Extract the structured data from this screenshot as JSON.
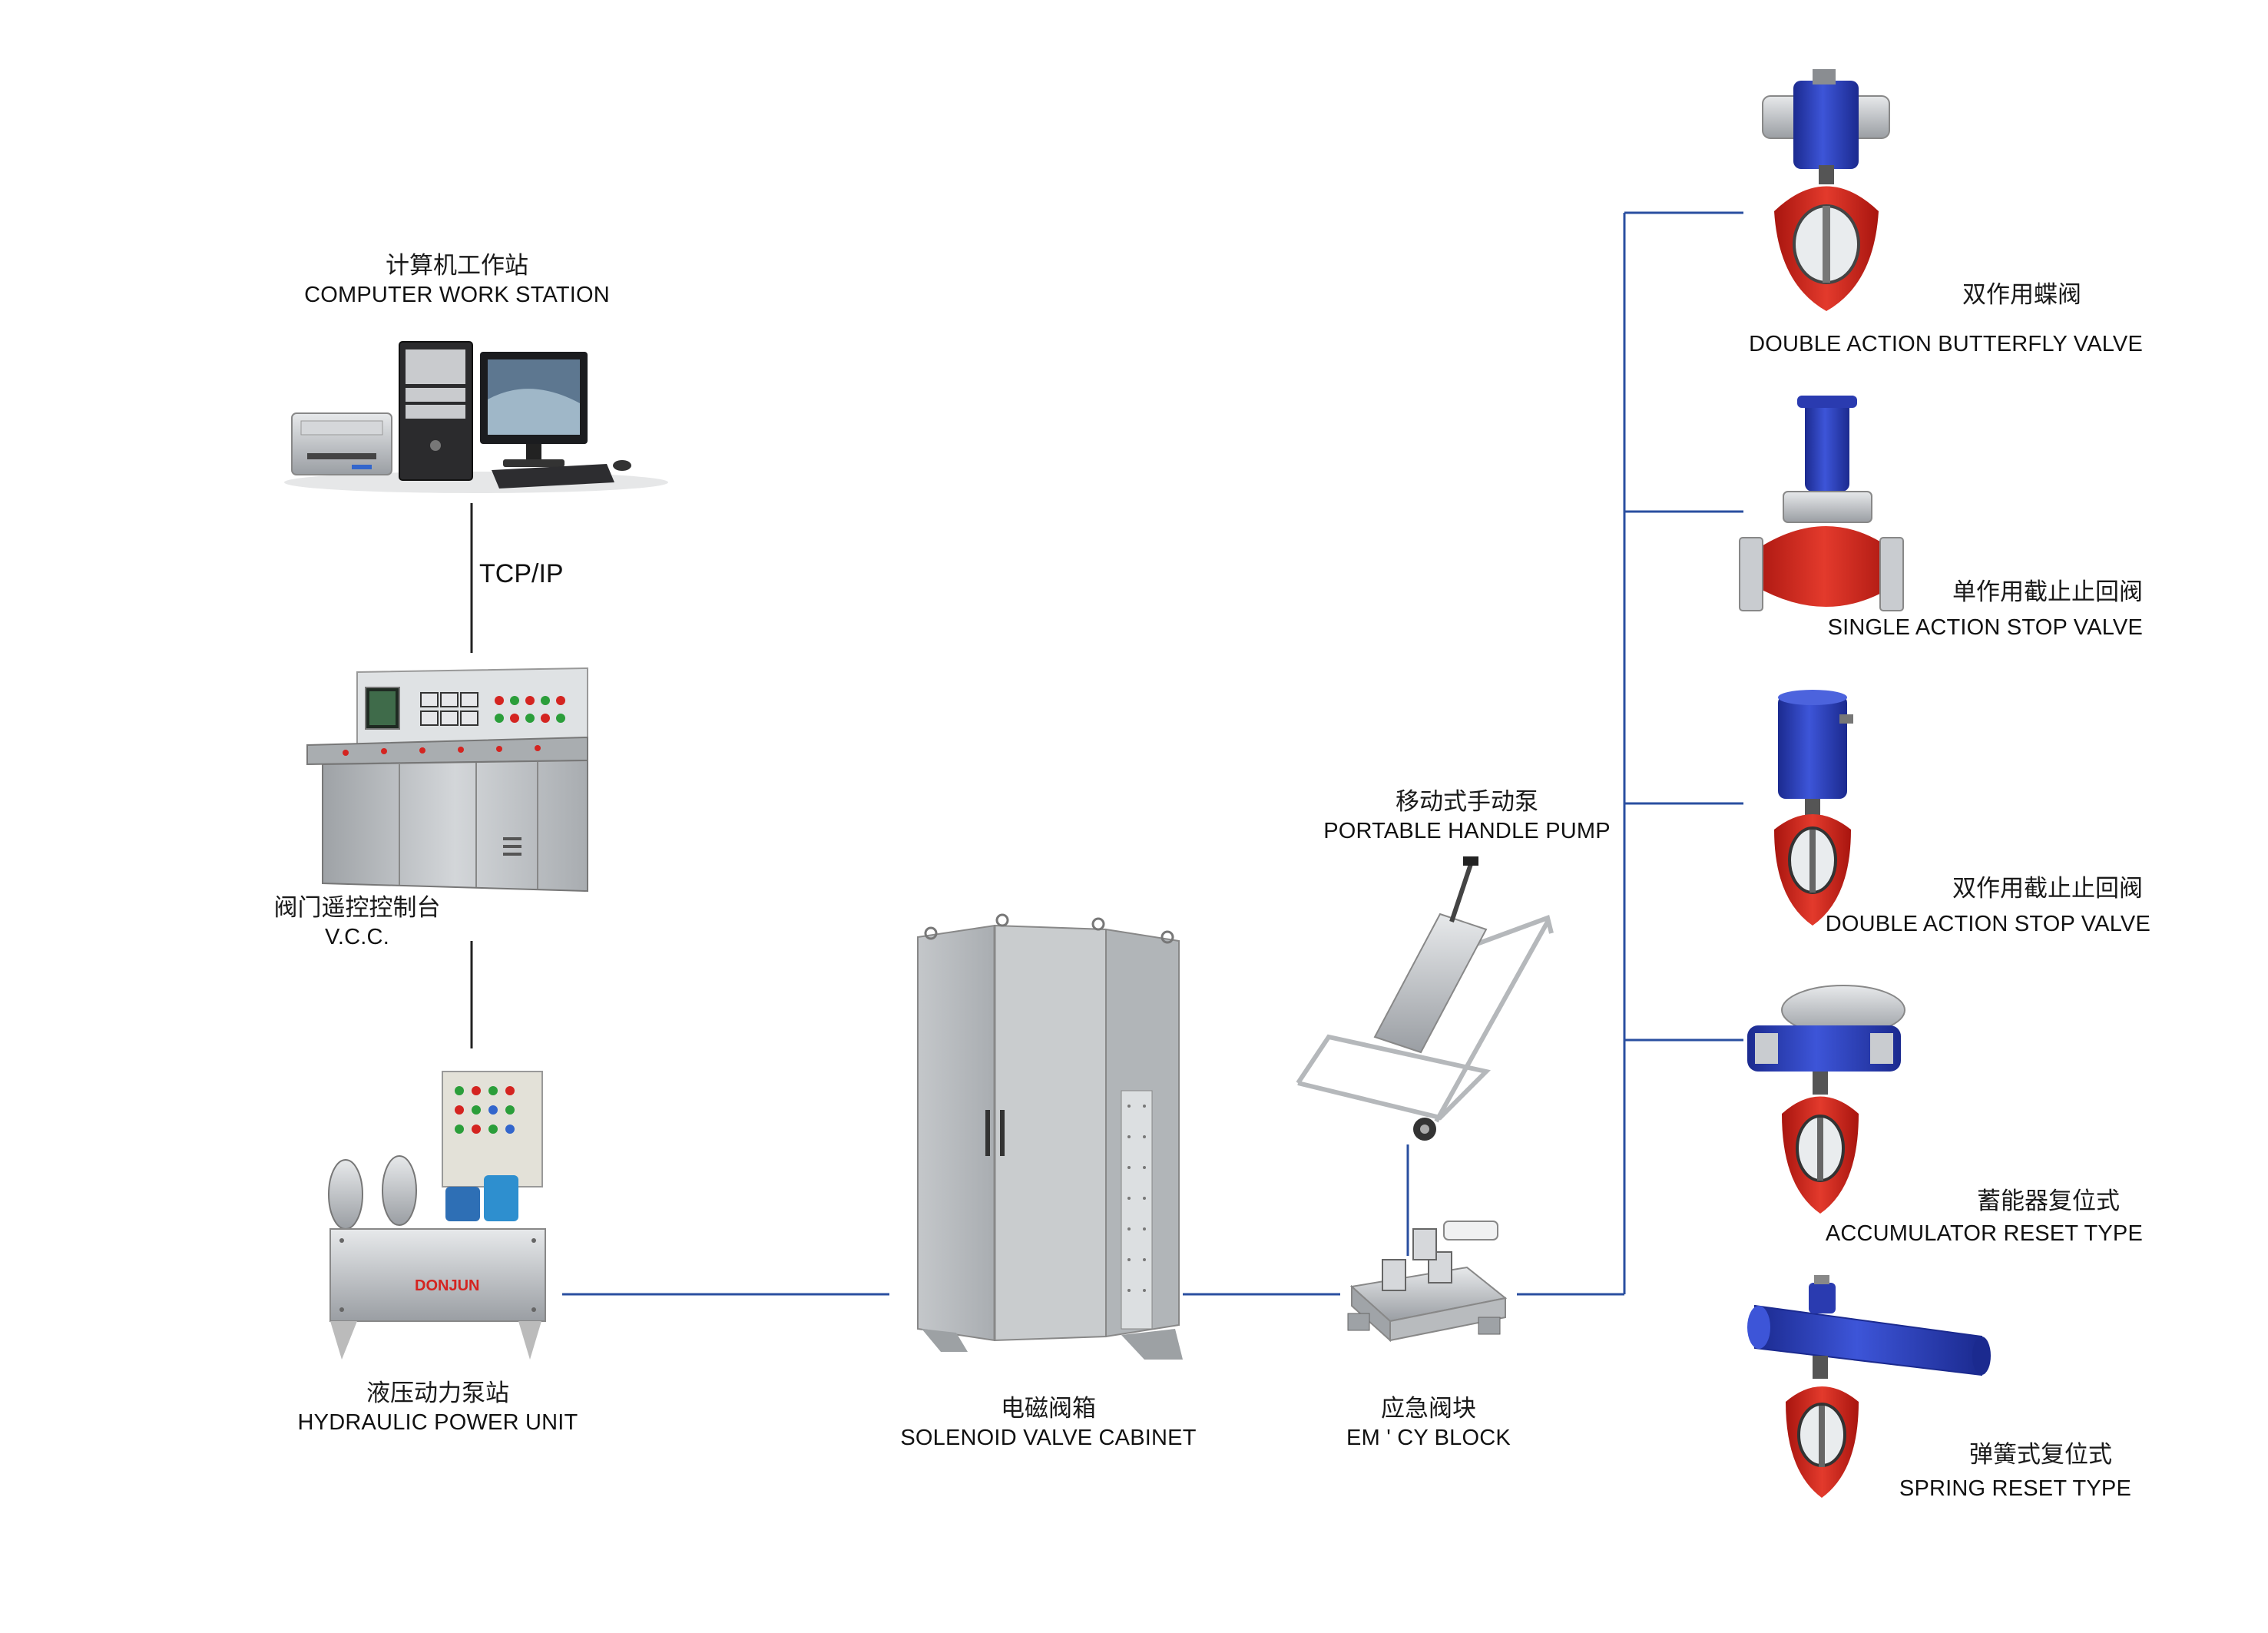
{
  "colors": {
    "link_line": "#2a4fa0",
    "tcp_line": "#222222",
    "actuator_blue": "#2738b8",
    "valve_red": "#d42420",
    "cabinet_gray": "#b9bcbf",
    "steel": "#c9ccd0"
  },
  "nodes": {
    "computer": {
      "zh": "计算机工作站",
      "en": "COMPUTER WORK STATION"
    },
    "link_protocol": "TCP/IP",
    "vcc": {
      "zh": "阀门遥控控制台",
      "en": "V.C.C."
    },
    "hpu": {
      "zh": "液压动力泵站",
      "en": "HYDRAULIC POWER UNIT",
      "brand": "DONJUN"
    },
    "cabinet": {
      "zh": "电磁阀箱",
      "en": "SOLENOID VALVE CABINET"
    },
    "pump": {
      "zh": "移动式手动泵",
      "en": "PORTABLE HANDLE PUMP"
    },
    "block": {
      "zh": "应急阀块",
      "en": "EM ' CY BLOCK"
    }
  },
  "valves": [
    {
      "zh": "双作用蝶阀",
      "en": "DOUBLE ACTION BUTTERFLY VALVE"
    },
    {
      "zh": "单作用截止止回阀",
      "en": "SINGLE ACTION STOP VALVE"
    },
    {
      "zh": "双作用截止止回阀",
      "en": "DOUBLE ACTION STOP VALVE"
    },
    {
      "zh": "蓄能器复位式",
      "en": "ACCUMULATOR RESET TYPE"
    },
    {
      "zh": "弹簧式复位式",
      "en": "SPRING RESET TYPE"
    }
  ]
}
